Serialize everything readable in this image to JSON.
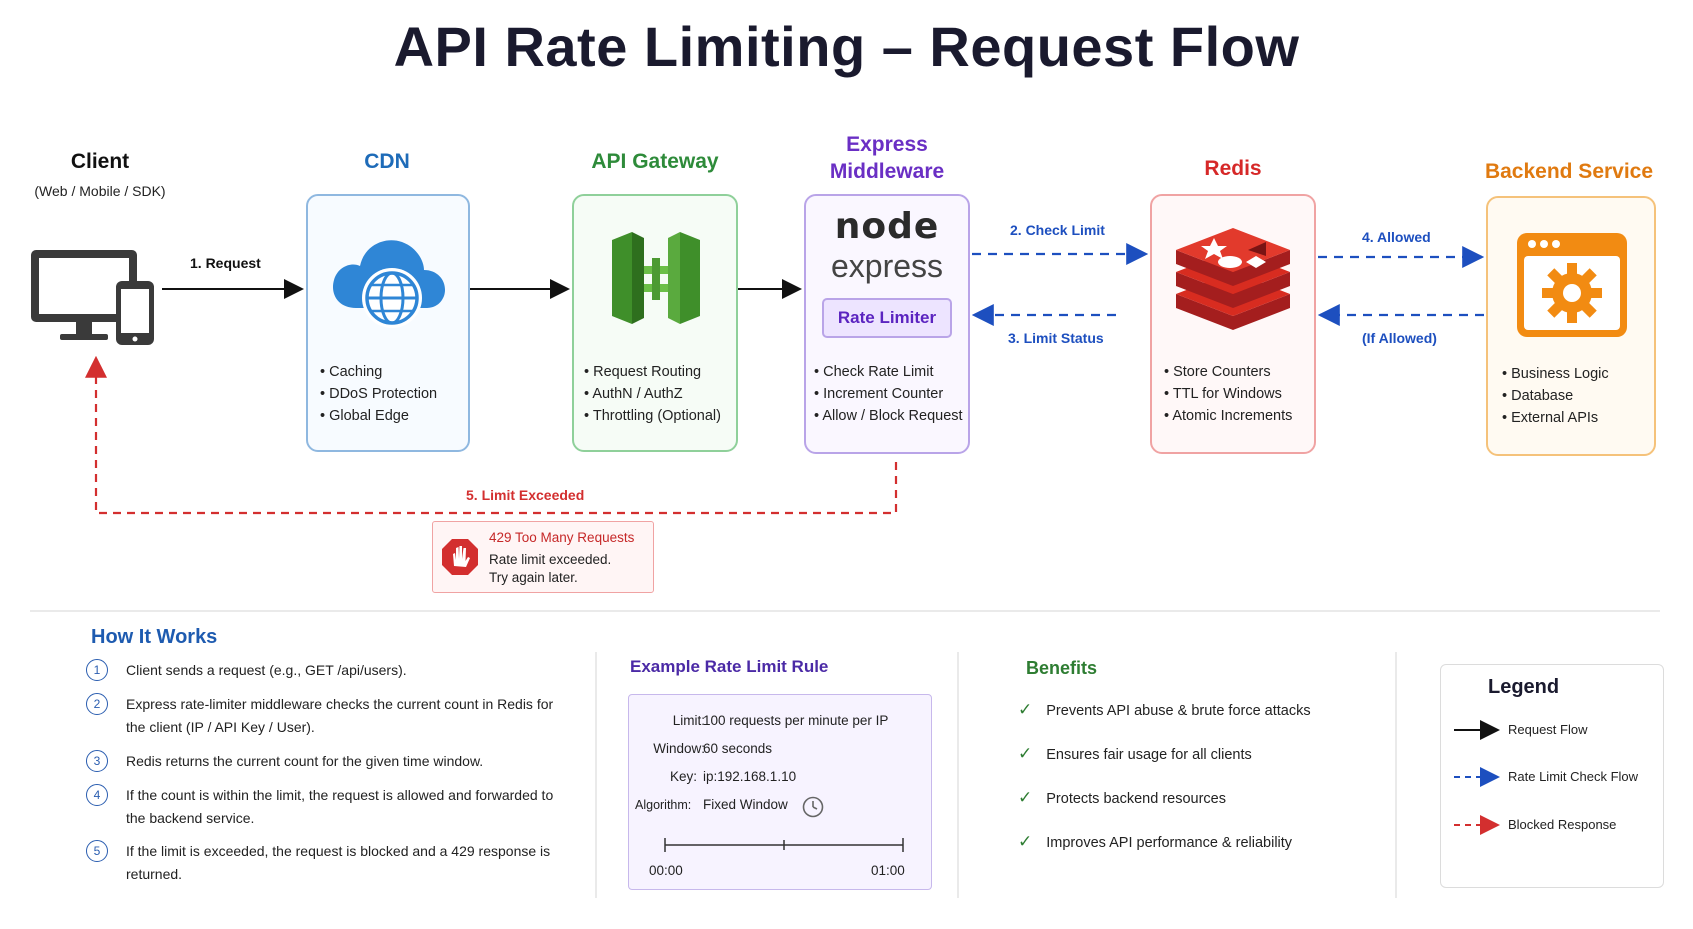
{
  "title": "API Rate Limiting – Request Flow",
  "colors": {
    "request": "#111111",
    "check": "#1d4fbf",
    "blocked": "#d32f2f",
    "cdn": "#1e6bb8",
    "gateway": "#2e8b3a",
    "middleware": "#6a2fc4",
    "redis": "#d62828",
    "backend": "#e07a10"
  },
  "nodes": {
    "client": {
      "title": "Client",
      "subtitle": "(Web / Mobile / SDK)"
    },
    "cdn": {
      "title": "CDN",
      "bullets": [
        "Caching",
        "DDoS Protection",
        "Global Edge"
      ]
    },
    "gateway": {
      "title": "API Gateway",
      "bullets": [
        "Request Routing",
        "AuthN / AuthZ",
        "Throttling (Optional)"
      ]
    },
    "middleware": {
      "title_line1": "Express",
      "title_line2": "Middleware",
      "logo_top": "node",
      "logo_bottom": "express",
      "badge": "Rate Limiter",
      "bullets": [
        "Check Rate Limit",
        "Increment Counter",
        "Allow / Block Request"
      ]
    },
    "redis": {
      "title": "Redis",
      "bullets": [
        "Store Counters",
        "TTL for Windows",
        "Atomic Increments"
      ]
    },
    "backend": {
      "title": "Backend Service",
      "bullets": [
        "Business Logic",
        "Database",
        "External APIs"
      ]
    }
  },
  "edges": {
    "request": "1. Request",
    "check_limit": "2. Check Limit",
    "limit_status": "3. Limit Status",
    "allowed": "4. Allowed",
    "if_allowed": "(If Allowed)",
    "limit_exceeded": "5. Limit Exceeded"
  },
  "error_box": {
    "title": "429 Too Many Requests",
    "line1": "Rate limit exceeded.",
    "line2": "Try again later."
  },
  "how_it_works": {
    "title": "How It Works",
    "steps": [
      {
        "num": "1",
        "text": "Client sends a request (e.g., GET /api/users)."
      },
      {
        "num": "2",
        "text": "Express rate-limiter middleware checks the current count in Redis for the client (IP / API Key / User)."
      },
      {
        "num": "3",
        "text": "Redis returns the current count for the given time window."
      },
      {
        "num": "4",
        "text": "If the count is within the limit, the request is allowed and forwarded to the backend service."
      },
      {
        "num": "5",
        "text": "If the limit is exceeded, the request is blocked and a 429 response is returned."
      }
    ]
  },
  "example_rule": {
    "title": "Example Rate Limit Rule",
    "rows": [
      {
        "key": "Limit:",
        "value": "100 requests per minute per IP"
      },
      {
        "key": "Window:",
        "value": "60 seconds"
      },
      {
        "key": "Key:",
        "value": "ip:192.168.1.10"
      },
      {
        "key": "Algorithm:",
        "value": "Fixed Window"
      }
    ],
    "timeline_start": "00:00",
    "timeline_end": "01:00"
  },
  "benefits": {
    "title": "Benefits",
    "items": [
      "Prevents API abuse & brute force attacks",
      "Ensures fair usage for all clients",
      "Protects backend resources",
      "Improves API performance & reliability"
    ]
  },
  "legend": {
    "title": "Legend",
    "items": [
      {
        "label": "Request Flow",
        "style": "solid-black"
      },
      {
        "label": "Rate Limit Check Flow",
        "style": "dashed-blue"
      },
      {
        "label": "Blocked Response",
        "style": "dashed-red"
      }
    ]
  },
  "icons": {
    "client": "desktop-and-phone-icon",
    "cdn": "cloud-globe-icon",
    "gateway": "api-gateway-icon",
    "redis": "redis-stack-icon",
    "backend": "browser-gear-icon",
    "error": "stop-hand-icon",
    "algorithm": "clock-icon",
    "check": "check-icon"
  }
}
